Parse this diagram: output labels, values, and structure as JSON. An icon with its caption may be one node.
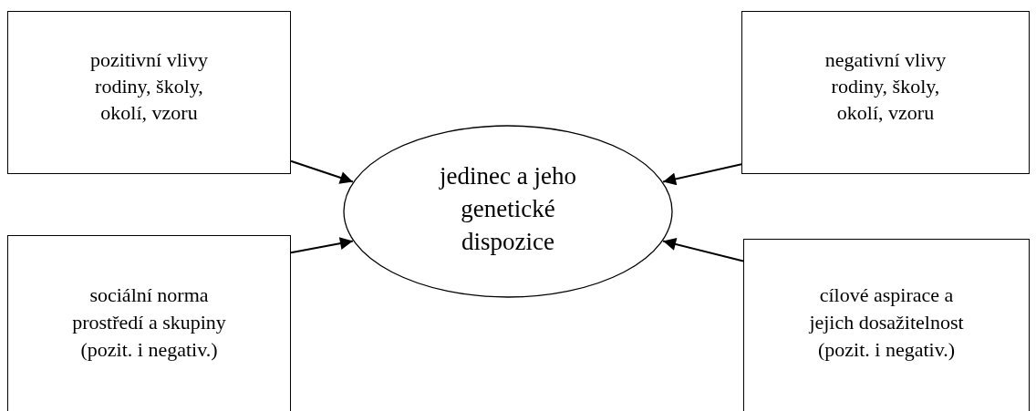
{
  "diagram": {
    "nodes": [
      {
        "text": [
          "pozitivní vlivy rodiny, školy, okolí, vzoru"
        ]
      },
      {
        "text": [
          "negativní vlivy rodiny, školy, okolí, vzoru"
        ]
      },
      {
        "text": [
          "jedinec a jeho genetické dispozice"
        ]
      },
      {
        "text": [
          "sociální norma prostředí a skupiny (pozit. i negativ.)"
        ]
      },
      {
        "text": [
          "cílové aspirace a jejich dosažitelnost (pozit. i negativ.)"
        ]
      }
    ],
    "edges": [
      {
        "from": 0,
        "to": 2,
        "arrow": "to"
      },
      {
        "from": 1,
        "to": 2,
        "arrow": "to"
      },
      {
        "from": 3,
        "to": 2,
        "arrow": "to"
      },
      {
        "from": 4,
        "to": 2,
        "arrow": "to"
      }
    ]
  }
}
